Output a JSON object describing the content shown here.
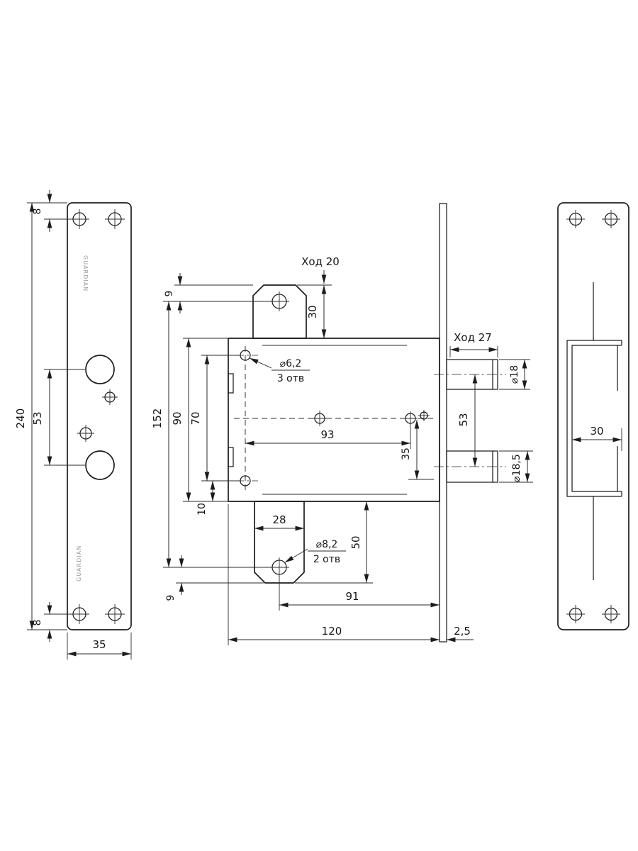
{
  "drawing_title": "Lock dimensional drawing",
  "colors": {
    "ink": "#1c1c1c",
    "background": "#ffffff"
  },
  "left_view": {
    "dim_top_hole_offset": "8",
    "dim_plate_height": "240",
    "dim_cylinder_spacing": "53",
    "dim_bottom_hole_offset": "8",
    "dim_plate_width": "35",
    "brand_text": "GUARDIAN"
  },
  "center_view": {
    "dim_latch_hole_offset": "9",
    "label_latch_travel": "Ход 20",
    "dim_latch_housing_height": "30",
    "dim_mount_hole_span": "152",
    "dim_body_height": "90",
    "dim_side_hole_span": "70",
    "note_hole_dia": "⌀6,2",
    "note_hole_count": "3 отв",
    "dim_hole_span_93": "93",
    "dim_offset_35": "35",
    "label_bolt_travel": "Ход 27",
    "dim_bolt_dia": "⌀18",
    "dim_bolt_spacing": "53",
    "dim_lower_bolt_dia": "⌀18,5",
    "dim_offset_10": "10",
    "dim_tail_width": "28",
    "note_tail_hole_dia": "⌀8,2",
    "note_tail_hole_count": "2 отв",
    "dim_tail_height": "50",
    "dim_tail_hole_offset": "9",
    "dim_backset_91": "91",
    "dim_body_width": "120",
    "dim_faceplate_thickness": "2,5"
  },
  "right_view": {
    "dim_channel_width": "30"
  }
}
